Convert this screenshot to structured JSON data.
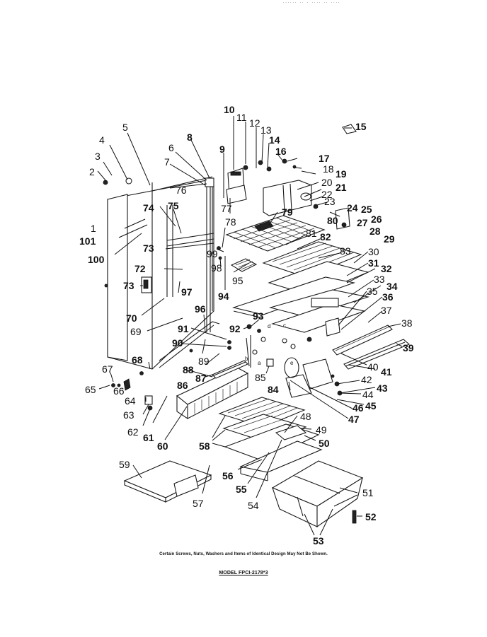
{
  "header_fragment": "...... .. . .... .. ....",
  "footer": {
    "note": "Certain Screws, Nuts, Washers and Items of Identical Design May Not Be Shown.",
    "model": "MODEL FPCI-2178*3"
  },
  "sub_letters": [
    "a",
    "b",
    "c",
    "d",
    "e"
  ],
  "callouts": [
    "1",
    "2",
    "3",
    "4",
    "5",
    "6",
    "7",
    "8",
    "9",
    "10",
    "11",
    "12",
    "13",
    "14",
    "15",
    "16",
    "17",
    "18",
    "19",
    "20",
    "21",
    "22",
    "23",
    "24",
    "25",
    "26",
    "27",
    "28",
    "29",
    "30",
    "31",
    "32",
    "33",
    "34",
    "35",
    "36",
    "37",
    "38",
    "39",
    "40",
    "41",
    "42",
    "43",
    "44",
    "45",
    "46",
    "47",
    "48",
    "49",
    "50",
    "51",
    "52",
    "53",
    "54",
    "55",
    "56",
    "57",
    "58",
    "59",
    "60",
    "61",
    "62",
    "63",
    "64",
    "65",
    "66",
    "67",
    "68",
    "69",
    "70",
    "72",
    "73",
    "74",
    "75",
    "76",
    "77",
    "78",
    "79",
    "80",
    "81",
    "82",
    "83",
    "84",
    "85",
    "86",
    "87",
    "88",
    "89",
    "90",
    "91",
    "92",
    "93",
    "94",
    "95",
    "96",
    "97",
    "98",
    "99",
    "100",
    "101"
  ]
}
